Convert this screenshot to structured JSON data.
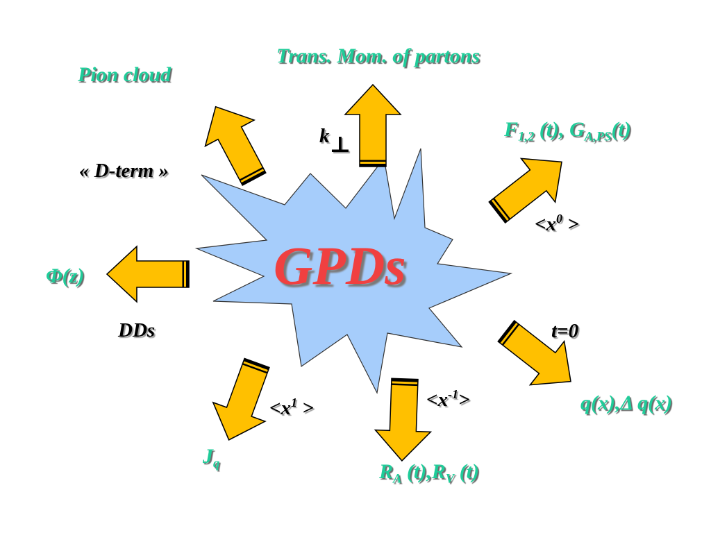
{
  "colors": {
    "star_fill": "#a6cdfb",
    "arrow_fill": "#ffc000",
    "label_teal": "#1fcc99",
    "title_red": "#f04040"
  },
  "center": {
    "title": "GPDs"
  },
  "labels": {
    "trans_mom": "Trans. Mom. of partons",
    "pion_cloud": "Pion cloud",
    "k_sym": "k",
    "perp_sym": "⊥",
    "form_factors": {
      "F": "F",
      "F_sub": "1,2",
      "mid": " (t), G",
      "G_sub": "A,PS",
      "end": "(t)"
    },
    "d_term": "« D-term »",
    "x0": {
      "open": "<x",
      "exp": "0",
      "close": " >"
    },
    "phi": "Φ(z)",
    "dds": "DDs",
    "t0": "t=0",
    "pdfs": "q(x),Δ q(x)",
    "x1": {
      "open": "<x",
      "exp": "1",
      "close": " >"
    },
    "xm1": {
      "open": "<x",
      "exp": "-1",
      "close": ">"
    },
    "jq": {
      "J": "J",
      "sub": "q"
    },
    "ra_rv": {
      "R": "R",
      "sub1": "A",
      "mid": " (t),R",
      "sub2": "V",
      "end": " (t)"
    }
  }
}
